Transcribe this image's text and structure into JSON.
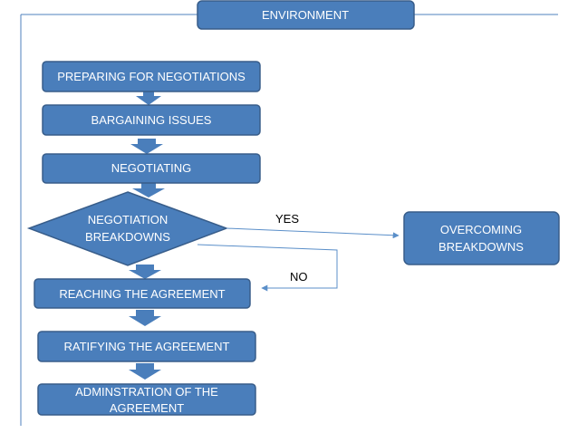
{
  "colors": {
    "box_fill": "#4a7ebb",
    "box_stroke": "#385d8a",
    "connector": "#5b8fc9",
    "frame": "#4f81bd",
    "text_on_box": "#ffffff",
    "edge_label": "#000000"
  },
  "environment": {
    "label": "ENVIRONMENT"
  },
  "steps": {
    "preparing": {
      "label": "PREPARING FOR NEGOTIATIONS"
    },
    "bargaining": {
      "label": "BARGAINING ISSUES"
    },
    "negotiating": {
      "label": "NEGOTIATING"
    },
    "breakdowns_decision": {
      "line1": "NEGOTIATION",
      "line2": "BREAKDOWNS"
    },
    "reaching": {
      "label": "REACHING THE AGREEMENT"
    },
    "ratifying": {
      "label": "RATIFYING THE AGREEMENT"
    },
    "administration": {
      "line1": "ADMINSTRATION OF THE",
      "line2": "AGREEMENT"
    }
  },
  "side": {
    "overcoming": {
      "line1": "OVERCOMING",
      "line2": "BREAKDOWNS"
    }
  },
  "edges": {
    "yes_label": "YES",
    "no_label": "NO"
  }
}
